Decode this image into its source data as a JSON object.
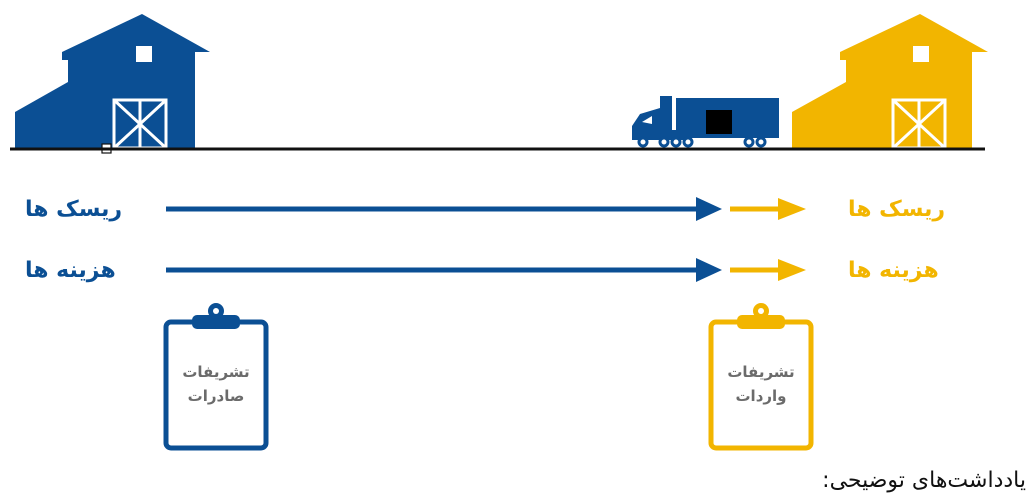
{
  "colors": {
    "export_side": "#0b4f94",
    "import_side": "#f2b500",
    "ground_line": "#111111",
    "clipboard_text": "#6b6b6b"
  },
  "export_side": {
    "warehouse_icon": "warehouse-icon",
    "risks_label": "ریسک ها",
    "costs_label": "هزینه ها",
    "clipboard": {
      "icon": "clipboard-icon",
      "line1": "تشریفات",
      "line2": "صادرات"
    }
  },
  "import_side": {
    "warehouse_icon": "warehouse-icon",
    "truck_icon": "truck-icon",
    "risks_label": "ریسک ها",
    "costs_label": "هزینه ها",
    "clipboard": {
      "icon": "clipboard-icon",
      "line1": "تشریفات",
      "line2": "واردات"
    }
  },
  "notes_heading": "یادداشت‌های توضیحی:"
}
